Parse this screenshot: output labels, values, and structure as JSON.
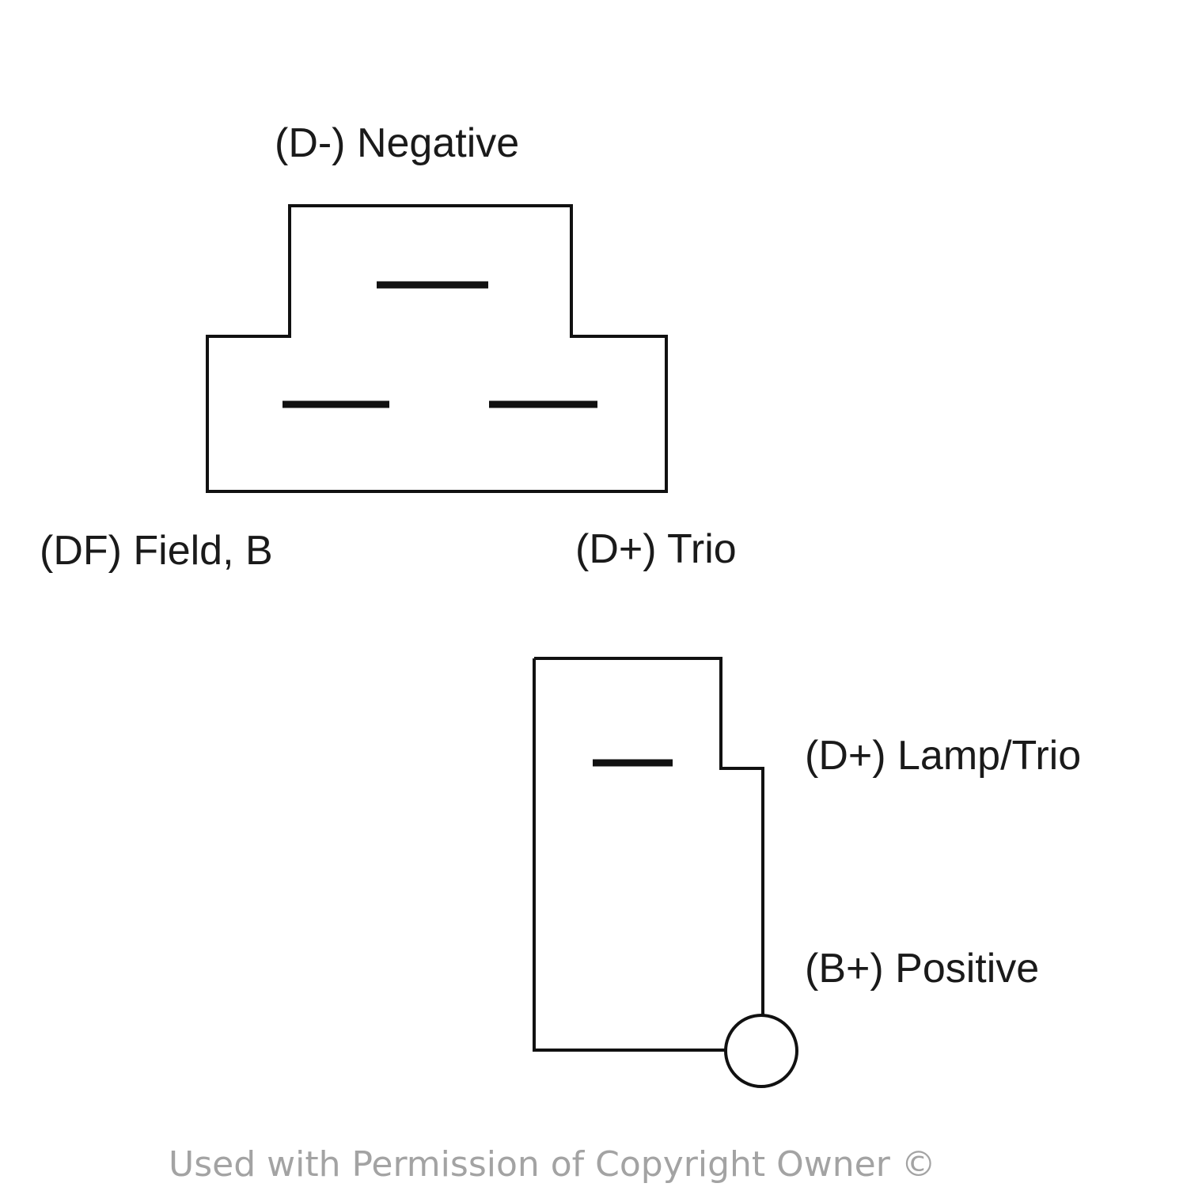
{
  "labels": {
    "negative": "(D-) Negative",
    "field": "(DF) Field, B",
    "trio": "(D+) Trio",
    "lamp_trio": "(D+) Lamp/Trio",
    "positive": "(B+) Positive"
  },
  "footer": {
    "copyright": "Used with Permission of Copyright Owner ©"
  },
  "colors": {
    "line": "#111111",
    "text": "#1a1a1a",
    "copyright": "#a3a3a3",
    "background": "#ffffff"
  }
}
